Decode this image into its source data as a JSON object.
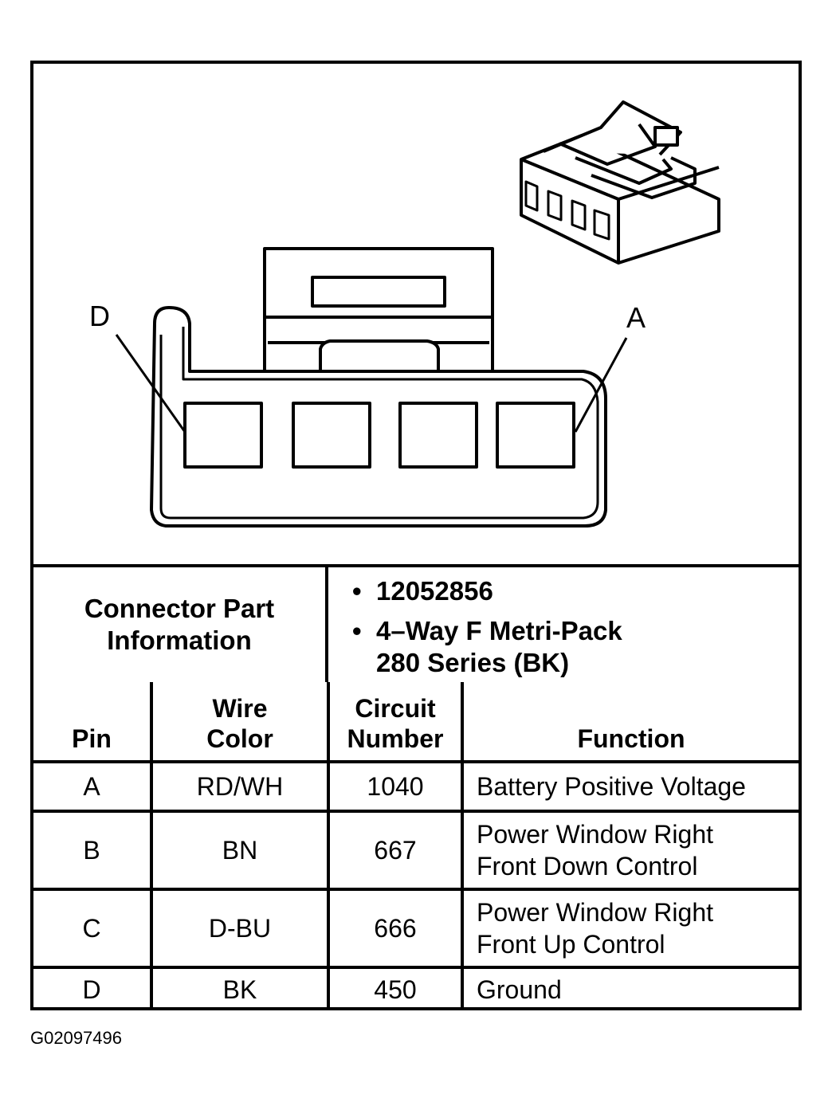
{
  "diagram": {
    "pin_labels": {
      "left": "D",
      "right": "A"
    }
  },
  "connector_info": {
    "label_line1": "Connector Part",
    "label_line2": "Information",
    "part_number": "12052856",
    "description_line1": "4–Way F Metri-Pack",
    "description_line2": "280 Series (BK)"
  },
  "table": {
    "headers": {
      "pin": "Pin",
      "wire_color_line1": "Wire",
      "wire_color_line2": "Color",
      "circuit_line1": "Circuit",
      "circuit_line2": "Number",
      "function": "Function"
    },
    "rows": [
      {
        "pin": "A",
        "wire_color": "RD/WH",
        "circuit": "1040",
        "function_line1": "Battery Positive Voltage",
        "function_line2": ""
      },
      {
        "pin": "B",
        "wire_color": "BN",
        "circuit": "667",
        "function_line1": "Power Window Right",
        "function_line2": "Front Down Control"
      },
      {
        "pin": "C",
        "wire_color": "D-BU",
        "circuit": "666",
        "function_line1": "Power Window Right",
        "function_line2": "Front Up Control"
      },
      {
        "pin": "D",
        "wire_color": "BK",
        "circuit": "450",
        "function_line1": "Ground",
        "function_line2": ""
      }
    ]
  },
  "figure_id": "G02097496"
}
